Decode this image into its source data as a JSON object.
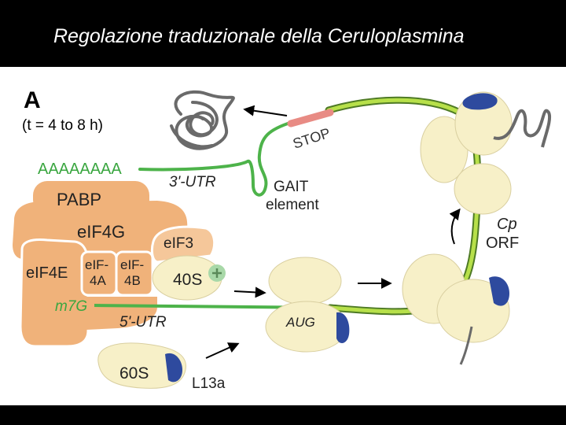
{
  "title": "Regolazione traduzionale della Ceruloplasmina",
  "panel": {
    "label": "A",
    "time": "(t = 4 to 8 h)"
  },
  "labels": {
    "polyA": "AAAAAAAA",
    "utr3": "3'-UTR",
    "gait_line1": "GAIT",
    "gait_line2": "element",
    "stop": "STOP",
    "cp": "Cp",
    "orf": "ORF",
    "pabp": "PABP",
    "eif4g": "eIF4G",
    "eif3": "eIF3",
    "eif4e": "eIF4E",
    "eif4a_line1": "eIF-",
    "eif4a_line2": "4A",
    "eif4b_line1": "eIF-",
    "eif4b_line2": "4B",
    "s40": "40S",
    "m7g": "m7G",
    "utr5": "5'-UTR",
    "aug": "AUG",
    "s60": "60S",
    "l13a": "L13a"
  },
  "colors": {
    "mrna": "#4db34a",
    "factor": "#f0b27a",
    "ribosome": "#f7f0c8",
    "l13a": "#2e4a9e",
    "stop": "#e88b84",
    "label_green": "#3aa640"
  }
}
